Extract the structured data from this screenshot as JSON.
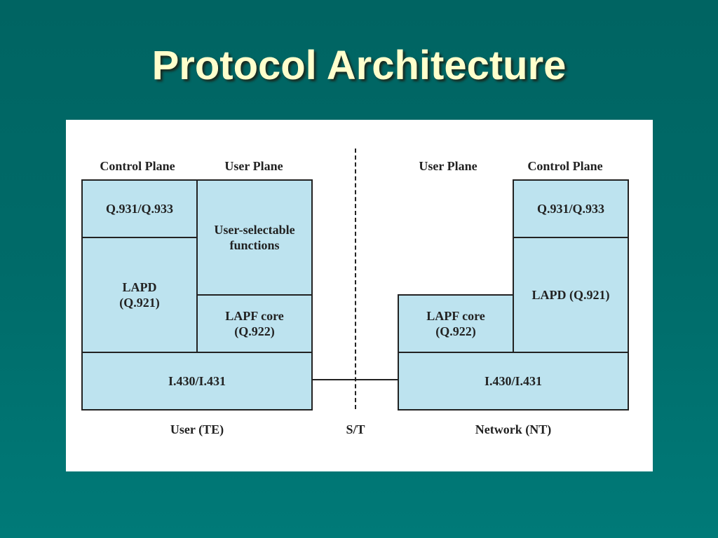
{
  "title": "Protocol Architecture",
  "diagram": {
    "user_side": {
      "control_plane_label": "Control Plane",
      "user_plane_label": "User Plane",
      "q931": "Q.931/Q.933",
      "lapd": "LAPD\n(Q.921)",
      "user_selectable": "User-selectable\nfunctions",
      "lapf": "LAPF core\n(Q.922)",
      "i430": "I.430/I.431",
      "footer": "User (TE)"
    },
    "network_side": {
      "user_plane_label": "User Plane",
      "control_plane_label": "Control Plane",
      "q931": "Q.931/Q.933",
      "lapd": "LAPD (Q.921)",
      "lapf": "LAPF core\n(Q.922)",
      "i430": "I.430/I.431",
      "footer": "Network (NT)"
    },
    "reference_point": "S/T"
  }
}
